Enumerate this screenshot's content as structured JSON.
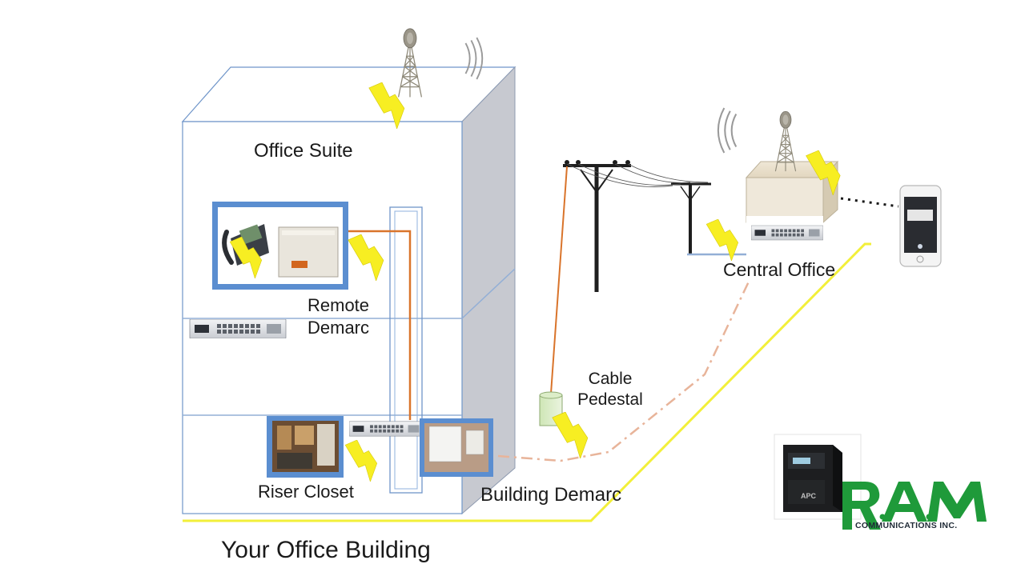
{
  "labels": {
    "office_suite": "Office Suite",
    "remote_demarc_1": "Remote",
    "remote_demarc_2": "Demarc",
    "riser_closet": "Riser Closet",
    "building_demarc": "Building Demarc",
    "your_office_building": "Your Office Building",
    "cable_pedestal_1": "Cable",
    "cable_pedestal_2": "Pedestal",
    "central_office": "Central Office",
    "ups_brand": "APC"
  },
  "logo": {
    "name": "RAM",
    "subtitle": "COMMUNICATIONS INC."
  },
  "colors": {
    "logo_green": "#1f9a3a",
    "fiber_orange": "#d9742b",
    "power_yellow": "#f2ef3a",
    "dashdot_salmon": "#e8b49a",
    "building_outline": "#6f95c9",
    "building_side": "#c5c8d0",
    "photo_frame": "#5b8ed0"
  }
}
